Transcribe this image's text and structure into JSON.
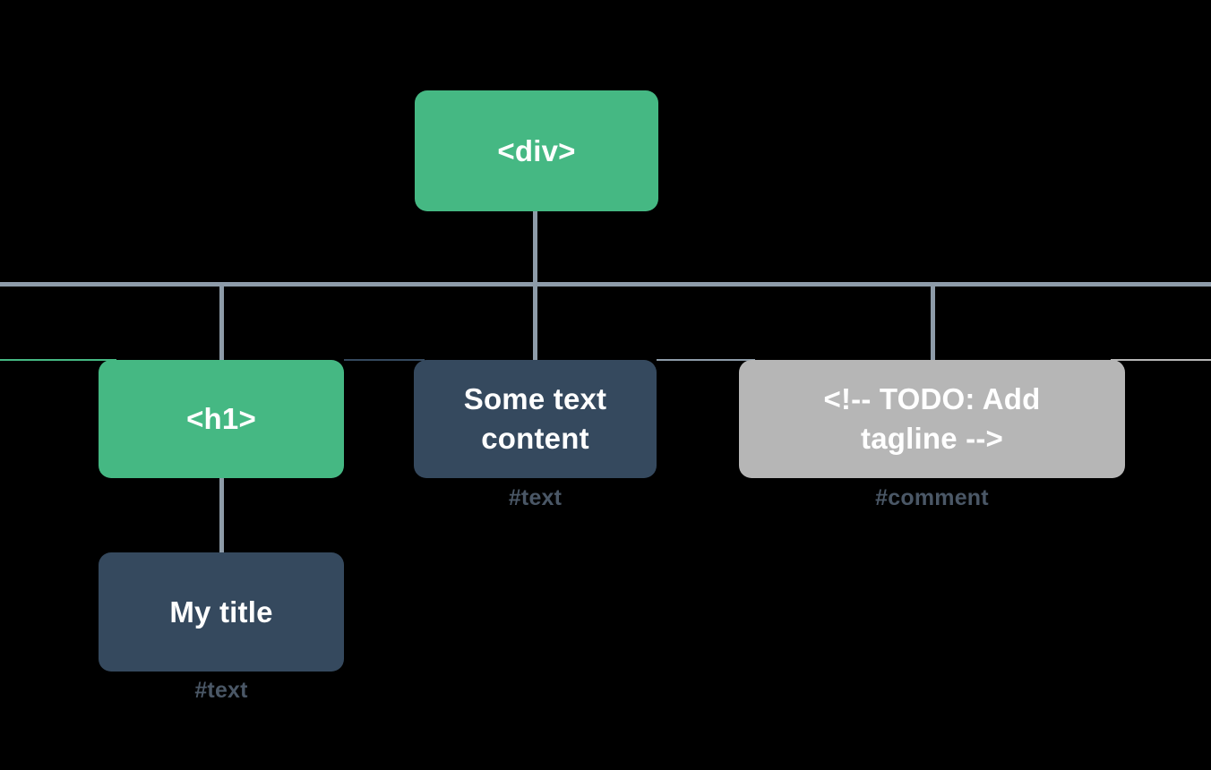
{
  "diagram": {
    "title": "DOM tree diagram",
    "background_color": "#000000",
    "palette": {
      "element_node": "#45b883",
      "text_node": "#35495e",
      "comment_node": "#b6b6b6",
      "connector": "#8d9ba8",
      "caption": "#4a5766",
      "node_label": "#ffffff"
    }
  },
  "nodes": {
    "root": {
      "label": "<div>",
      "type": "element"
    },
    "h1": {
      "label": "<h1>",
      "type": "element"
    },
    "h1_text": {
      "label": "My title",
      "type": "text",
      "caption": "#text"
    },
    "div_text": {
      "label": "Some text\ncontent",
      "type": "text",
      "caption": "#text"
    },
    "div_comment": {
      "label": "<!-- TODO: Add\ntagline  -->",
      "type": "comment",
      "caption": "#comment"
    }
  }
}
